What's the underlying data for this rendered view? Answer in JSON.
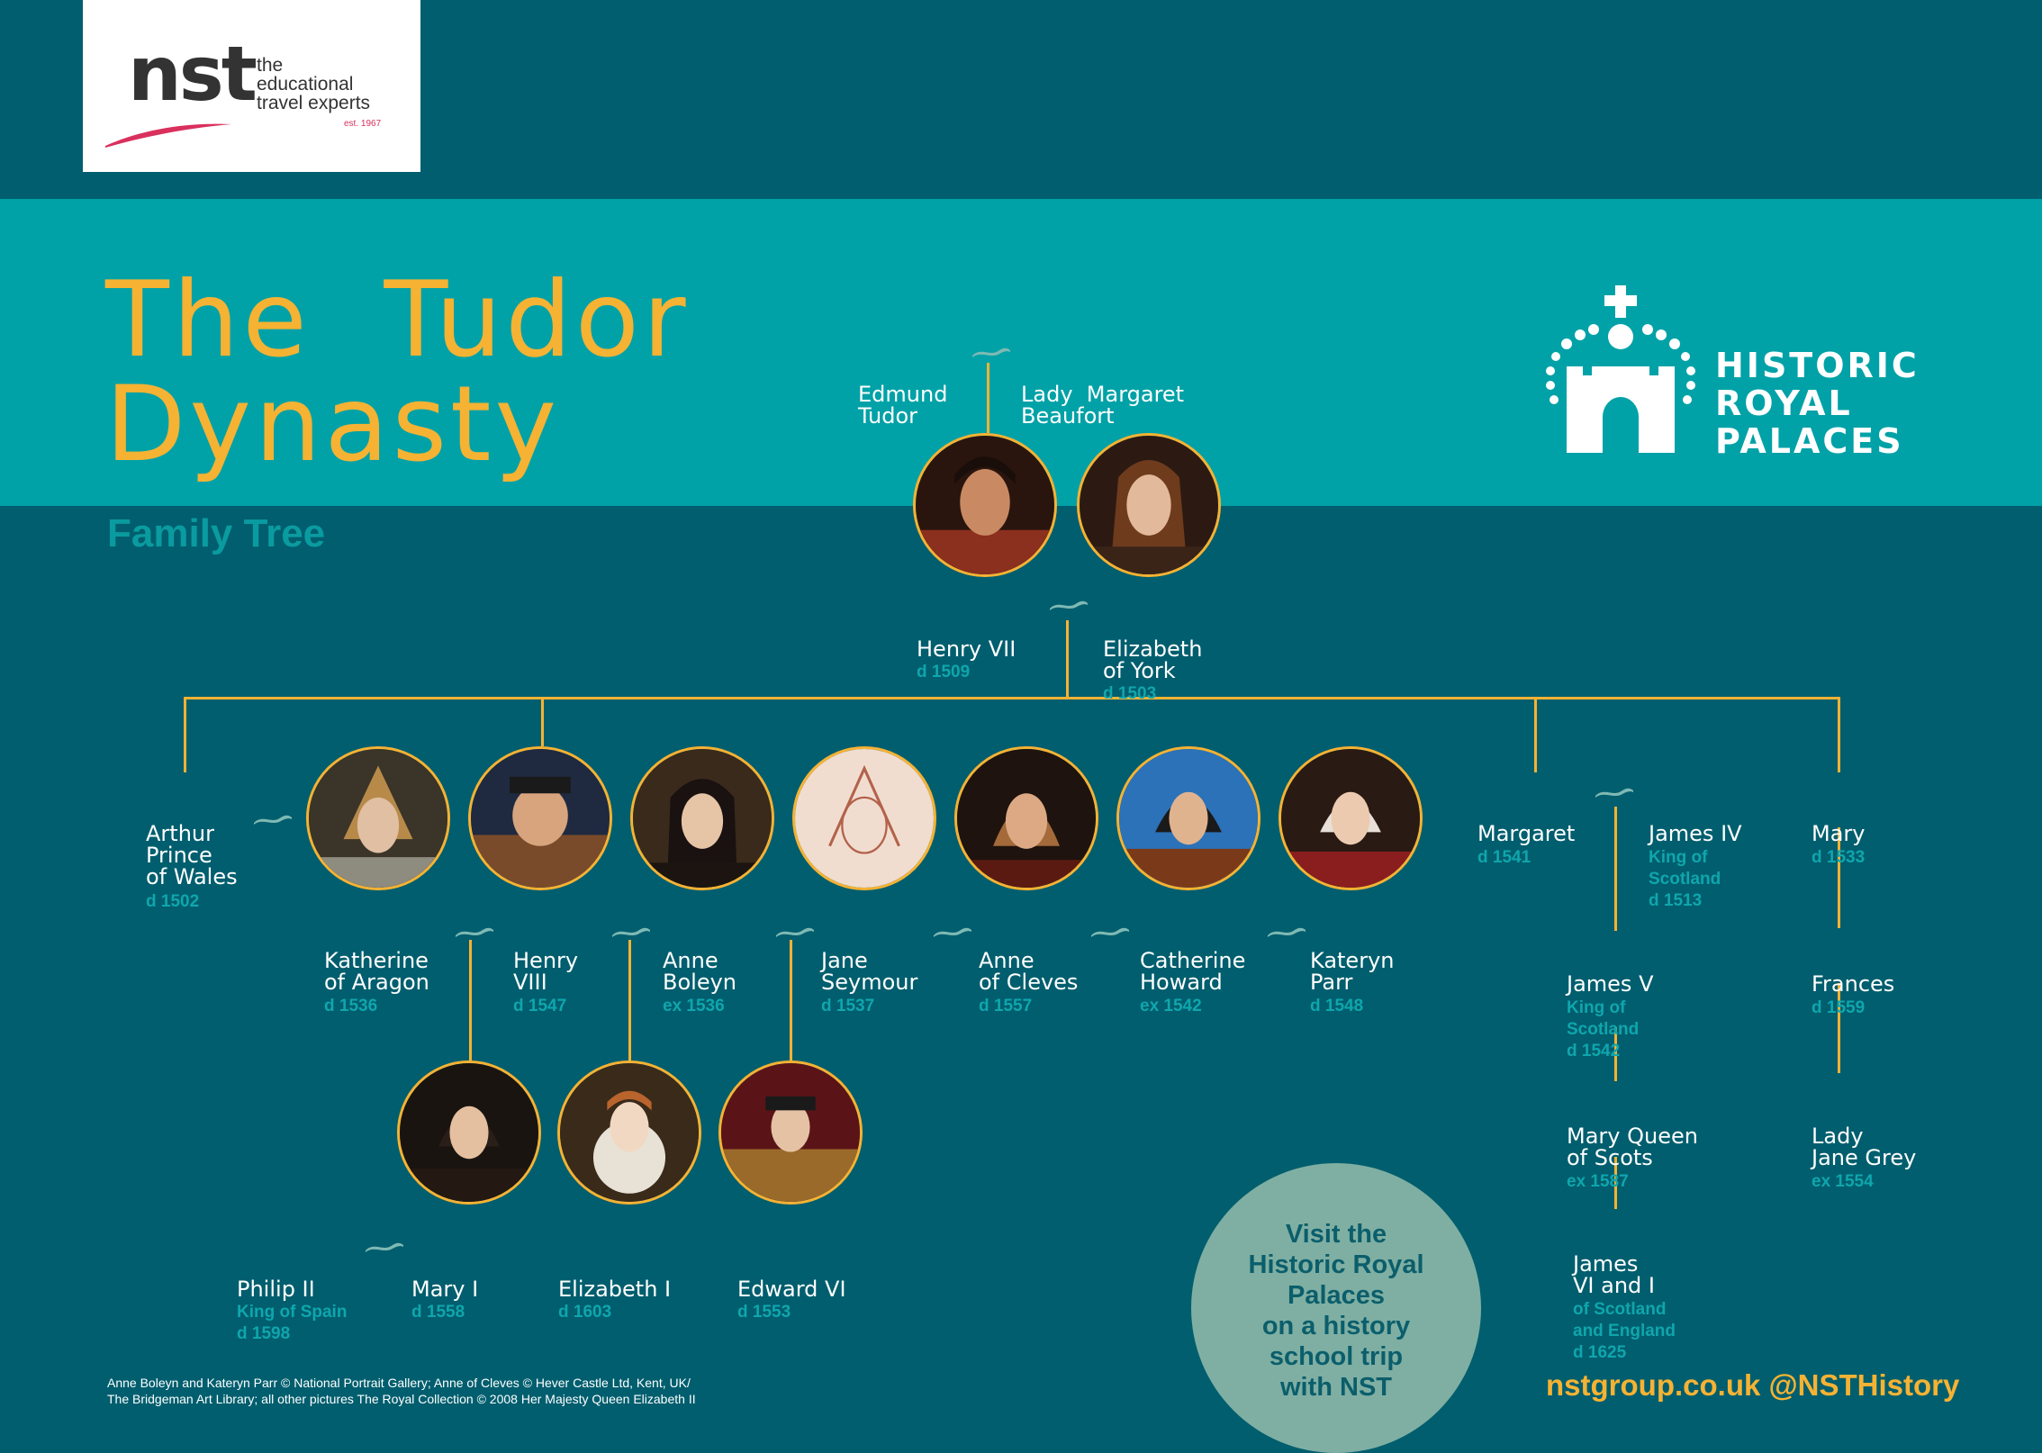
{
  "brand": {
    "nst_word": "nst",
    "nst_tagline": [
      "the",
      "educational",
      "travel experts"
    ],
    "nst_est": "est. 1967",
    "hrp_lines": [
      "HISTORIC",
      "ROYAL",
      "PALACES"
    ]
  },
  "title_lines": [
    "The  Tudor",
    "Dynasty"
  ],
  "subtitle": "Family Tree",
  "people": {
    "edmund": {
      "name": [
        "Edmund",
        "Tudor"
      ]
    },
    "margaret_beaufort": {
      "name": [
        "Lady  Margaret",
        "Beaufort"
      ]
    },
    "henry7": {
      "name": [
        "Henry VII"
      ],
      "date": [
        "d 1509"
      ]
    },
    "elizabeth_york": {
      "name": [
        "Elizabeth",
        "of York"
      ],
      "date": [
        "d 1503"
      ]
    },
    "arthur": {
      "name": [
        "Arthur",
        "Prince",
        "of Wales"
      ],
      "date": [
        "d 1502"
      ]
    },
    "katherine": {
      "name": [
        "Katherine",
        "of Aragon"
      ],
      "date": [
        "d 1536"
      ]
    },
    "henry8": {
      "name": [
        "Henry",
        "VIII"
      ],
      "date": [
        "d 1547"
      ]
    },
    "anne_boleyn": {
      "name": [
        "Anne",
        "Boleyn"
      ],
      "date": [
        "ex 1536"
      ]
    },
    "jane": {
      "name": [
        "Jane",
        "Seymour"
      ],
      "date": [
        "d 1537"
      ]
    },
    "anne_cleves": {
      "name": [
        "Anne",
        "of Cleves"
      ],
      "date": [
        "d 1557"
      ]
    },
    "catherine_howard": {
      "name": [
        "Catherine",
        "Howard"
      ],
      "date": [
        "ex 1542"
      ]
    },
    "kateryn_parr": {
      "name": [
        "Kateryn",
        "Parr"
      ],
      "date": [
        "d 1548"
      ]
    },
    "margaret": {
      "name": [
        "Margaret"
      ],
      "date": [
        "d 1541"
      ]
    },
    "james4": {
      "name": [
        "James IV"
      ],
      "date": [
        "King of",
        "Scotland",
        "d 1513"
      ]
    },
    "mary_tudor": {
      "name": [
        "Mary"
      ],
      "date": [
        "d 1533"
      ]
    },
    "james5": {
      "name": [
        "James V"
      ],
      "date": [
        "King of",
        "Scotland",
        "d 1542"
      ]
    },
    "frances": {
      "name": [
        "Frances"
      ],
      "date": [
        "d 1559"
      ]
    },
    "mary_scots": {
      "name": [
        "Mary Queen",
        "of Scots"
      ],
      "date": [
        "ex 1587"
      ]
    },
    "jane_grey": {
      "name": [
        "Lady",
        "Jane Grey"
      ],
      "date": [
        "ex 1554"
      ]
    },
    "james6": {
      "name": [
        "James",
        "VI and I"
      ],
      "date": [
        "of Scotland",
        "and England",
        "d 1625"
      ]
    },
    "philip": {
      "name": [
        "Philip II"
      ],
      "date": [
        "King of Spain",
        "d 1598"
      ]
    },
    "mary1": {
      "name": [
        "Mary I"
      ],
      "date": [
        "d 1558"
      ]
    },
    "elizabeth1": {
      "name": [
        "Elizabeth I"
      ],
      "date": [
        "d 1603"
      ]
    },
    "edward6": {
      "name": [
        "Edward VI"
      ],
      "date": [
        "d 1553"
      ]
    }
  },
  "cta_lines": [
    "Visit the",
    "Historic Royal",
    "Palaces",
    "on a history",
    "school trip",
    "with NST"
  ],
  "website": "nstgroup.co.uk @NSTHistory",
  "credits": [
    "Anne Boleyn and Kateryn Parr © National Portrait Gallery; Anne of Cleves © Hever Castle Ltd, Kent, UK/",
    "The Bridgeman Art Library; all other pictures The Royal Collection © 2008 Her Majesty Queen Elizabeth II"
  ],
  "colors": {
    "background": "#005e6e",
    "band": "#00a2a7",
    "accent": "#f6b233",
    "date": "#0fa6ad",
    "cta": "#7fafa3"
  }
}
